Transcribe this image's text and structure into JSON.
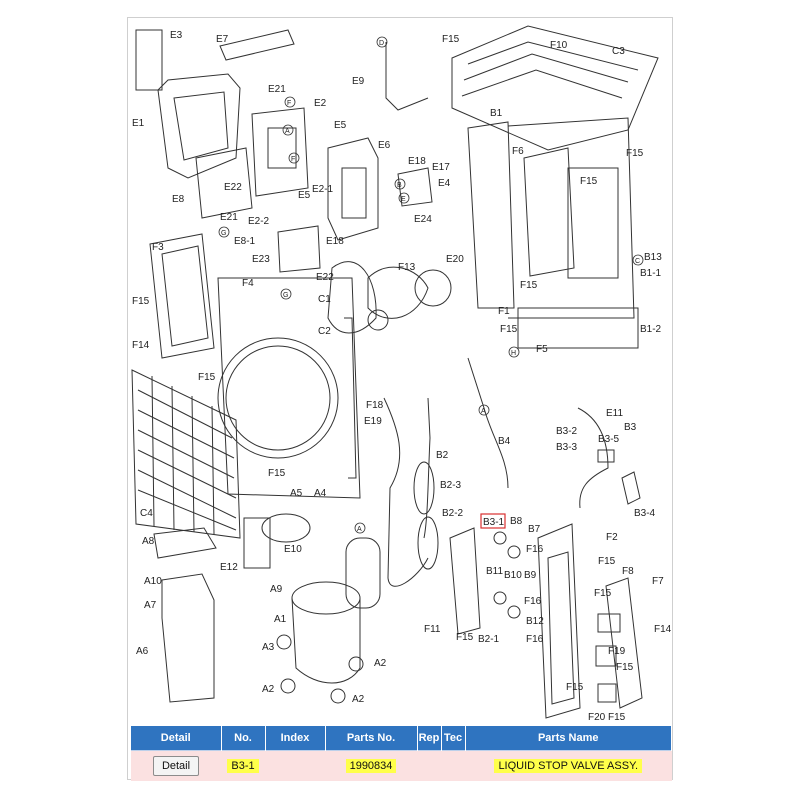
{
  "diagram": {
    "labels": [
      "E3",
      "E7",
      "F15",
      "F10",
      "C3",
      "E21",
      "E9",
      "E1",
      "E2",
      "E5",
      "B1",
      "F6",
      "F15",
      "E6",
      "E18",
      "E17",
      "E4",
      "F15",
      "E22",
      "E8",
      "E21",
      "E2-2",
      "E2-1",
      "E5",
      "E24",
      "E18",
      "B13",
      "F3",
      "E8-1",
      "E23",
      "E22",
      "F13",
      "E20",
      "B1-1",
      "F4",
      "C1",
      "F15",
      "F1",
      "C2",
      "F15",
      "B1-2",
      "F5",
      "F15",
      "F14",
      "F15",
      "F18",
      "E19",
      "E11",
      "B3-2",
      "B3",
      "B3-5",
      "B4",
      "B2",
      "B3-3",
      "F15",
      "B2-3",
      "B3-4",
      "C4",
      "A5",
      "A4",
      "B2-2",
      "B3-1",
      "B8",
      "B7",
      "A8",
      "E10",
      "F16",
      "F2",
      "E12",
      "B11",
      "B10",
      "B9",
      "F15",
      "F8",
      "A10",
      "A9",
      "F7",
      "A7",
      "A1",
      "F16",
      "F15",
      "F11",
      "F15",
      "B2-1",
      "B12",
      "F16",
      "F14",
      "A3",
      "F19",
      "A6",
      "A2",
      "F15",
      "F15",
      "A2",
      "A2",
      "F20",
      "F15"
    ],
    "circle_marks": [
      "D",
      "F",
      "A",
      "G",
      "F",
      "G",
      "B",
      "E",
      "C",
      "H",
      "A",
      "A"
    ]
  },
  "table": {
    "headers": [
      "Detail",
      "No.",
      "Index",
      "Parts No.",
      "Rep",
      "Tec",
      "Parts Name"
    ],
    "rows": [
      {
        "button": "Detail",
        "no": "B3-1",
        "index": "",
        "parts_no": "1990834",
        "rep": "",
        "tec": "",
        "name": "LIQUID STOP VALVE ASSY."
      }
    ]
  }
}
